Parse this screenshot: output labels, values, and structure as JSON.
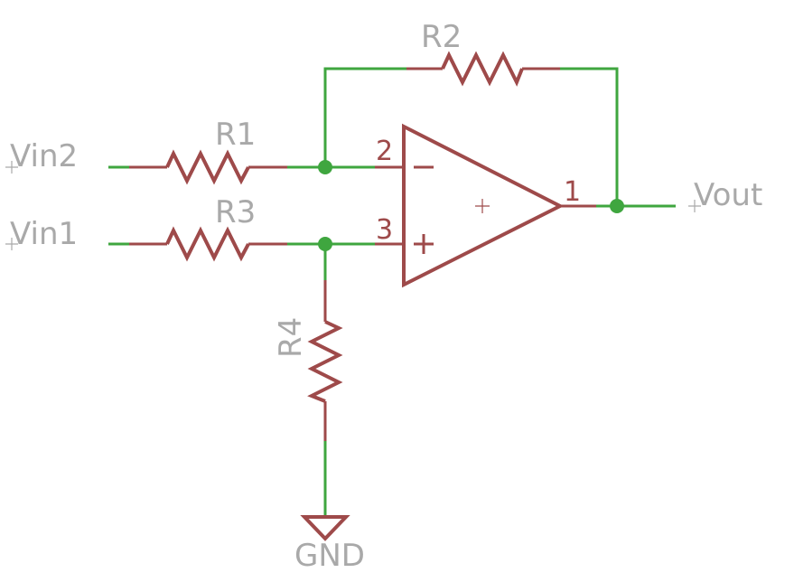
{
  "labels": {
    "r1": "R1",
    "r2": "R2",
    "r3": "R3",
    "r4": "R4",
    "vin1": "Vin1",
    "vin2": "Vin2",
    "vout": "Vout",
    "gnd": "GND"
  },
  "pins": {
    "inverting_number": "2",
    "noninverting_number": "3",
    "output_number": "1",
    "inverting_sign": "−",
    "noninverting_sign": "+"
  },
  "colors": {
    "wire": "#3fa63f",
    "component": "#9e4a4a",
    "label": "#a9a9a9",
    "background": "#ffffff"
  }
}
